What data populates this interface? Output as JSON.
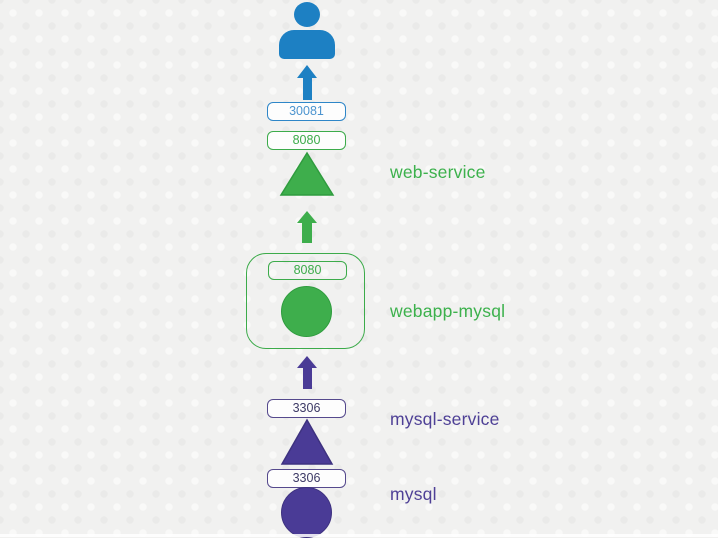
{
  "diagram": {
    "title_hint": "kubernetes service routing diagram",
    "colors": {
      "blue": "#1d80c3",
      "green": "#3eae4c",
      "green_border": "#2f9c3e",
      "indigo": "#4a3b96",
      "indigo_border": "#3e3280",
      "port_blue_text": "#4c94cf",
      "port_green_text": "#3cab4a",
      "port_purple_text": "#3d3a66",
      "background": "#f1f1f0"
    },
    "user": {
      "icon": "user-icon"
    },
    "ports": {
      "nodeport": "30081",
      "web_service_port": "8080",
      "webapp_container_port": "8080",
      "mysql_service_port": "3306",
      "mysql_container_port": "3306"
    },
    "labels": {
      "web_service": "web-service",
      "webapp_pod": "webapp-mysql",
      "mysql_service": "mysql-service",
      "mysql_pod": "mysql"
    }
  }
}
